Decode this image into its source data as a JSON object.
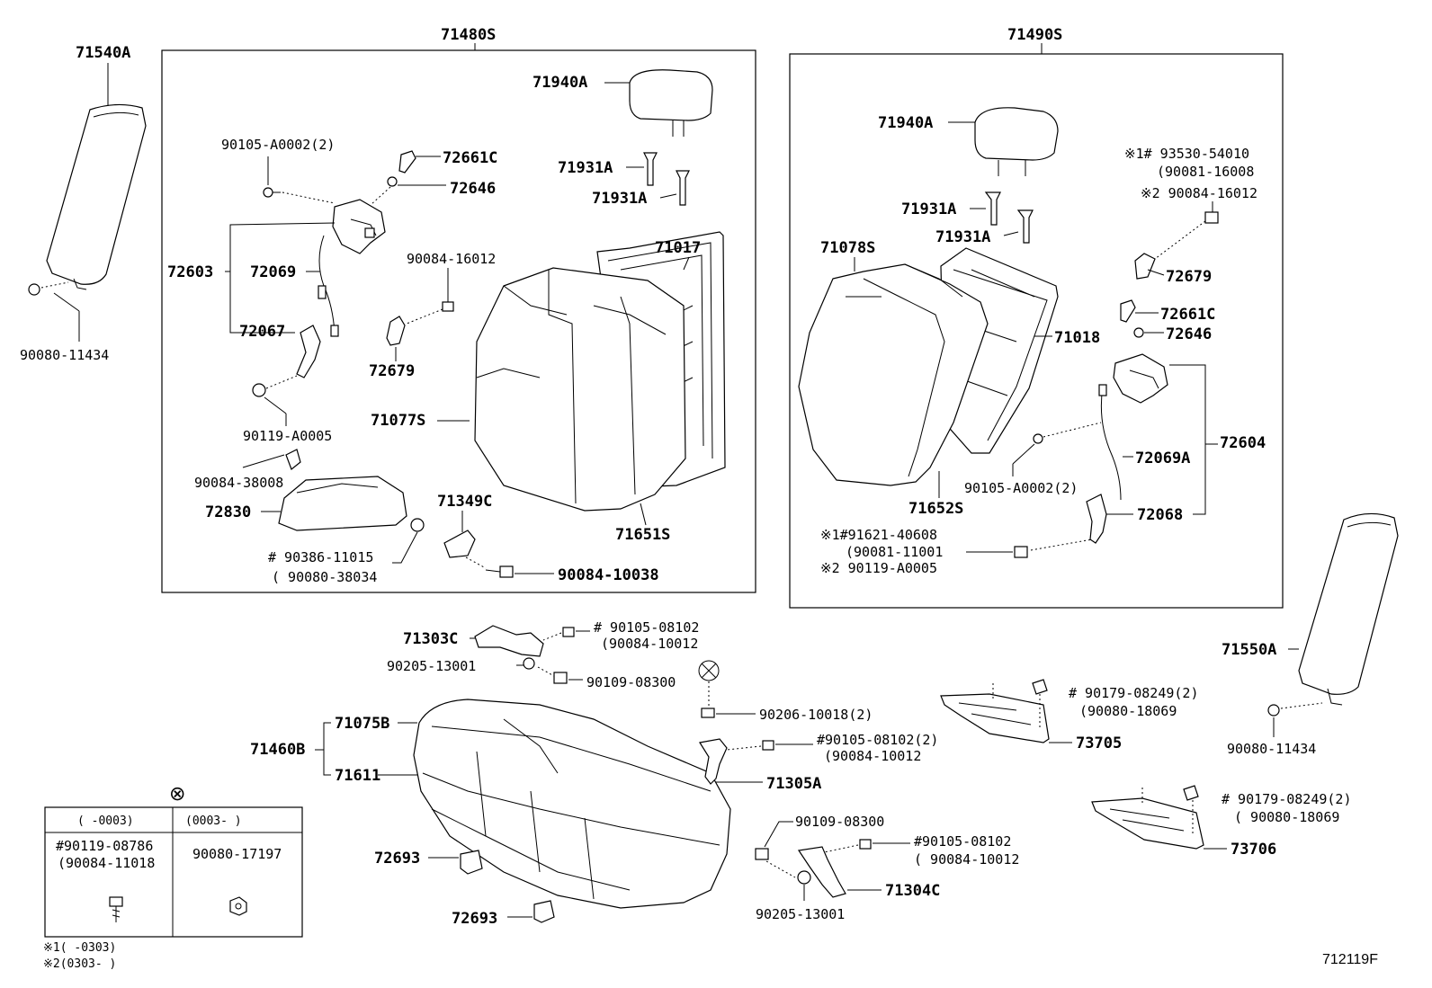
{
  "diagram_ref": "712119F",
  "groups": {
    "left_assembly": "71480S",
    "right_assembly": "71490S"
  },
  "left_armrest": {
    "armrest": "71540A",
    "bolt": "90080-11434"
  },
  "left_group": {
    "headrest": "71940A",
    "support_1": "71931A",
    "support_2": "71931A",
    "screw": "90105-A0002(2)",
    "knob": "72661C",
    "clip": "72646",
    "lock_assy": "72603",
    "cable": "72069",
    "lever": "72067",
    "bolt_a": "90119-A0005",
    "bolt_b": "90084-16012",
    "bezel": "72679",
    "frame": "71017",
    "cover": "71077S",
    "pad": "71651S",
    "bolt_c": "90084-38008",
    "cushion_pad": "72830",
    "spacer_1": "# 90386-11015",
    "spacer_2": "( 90080-38034",
    "bracket": "71349C",
    "bolt_d": "90084-10038"
  },
  "right_group": {
    "headrest": "71940A",
    "support_1": "71931A",
    "support_2": "71931A",
    "note_1a": "※1# 93530-54010",
    "note_1b": "(90081-16008",
    "note_2": "※2 90084-16012",
    "bezel": "72679",
    "knob": "72661C",
    "clip": "72646",
    "cover": "71078S",
    "frame": "71018",
    "lock_assy": "72604",
    "cable": "72069A",
    "screw": "90105-A0002(2)",
    "pad": "71652S",
    "lever": "72068",
    "bolt_1a": "※1#91621-40608",
    "bolt_1b": "(90081-11001",
    "bolt_2": "※2 90119-A0005"
  },
  "right_armrest": {
    "armrest": "71550A",
    "bolt": "90080-11434"
  },
  "lower": {
    "hinge": "71303C",
    "hinge_bolt_1": "# 90105-08102",
    "hinge_bolt_2": "(90084-10012",
    "washer": "90205-13001",
    "bolt": "90109-08300",
    "cushion_assy": "71460B",
    "cushion_cover": "71075B",
    "cushion_pad": "71611",
    "grommet": "90206-10018(2)",
    "bracket_bolt_1": "#90105-08102(2)",
    "bracket_bolt_2": "(90084-10012",
    "bracket": "71305A",
    "bolt_2": "90109-08300",
    "bracket2_bolt_1": "#90105-08102",
    "bracket2_bolt_2": "( 90084-10012",
    "bracket2": "71304C",
    "washer_2": "90205-13001",
    "stopper_1": "72693",
    "stopper_2": "72693",
    "panel_1": "73705",
    "panel_1_bolt_1": "# 90179-08249(2)",
    "panel_1_bolt_2": "(90080-18069",
    "panel_2": "73706",
    "panel_2_bolt_1": "# 90179-08249(2)",
    "panel_2_bolt_2": "( 90080-18069"
  },
  "legend": {
    "symbol": "⊗",
    "col1_head": "(      -0003)",
    "col2_head": "(0003-       )",
    "col1_line1": "#90119-08786",
    "col1_line2": "(90084-11018",
    "col2_line1": "90080-17197",
    "note_1": "※1(      -0303)",
    "note_2": "※2(0303-       )"
  }
}
